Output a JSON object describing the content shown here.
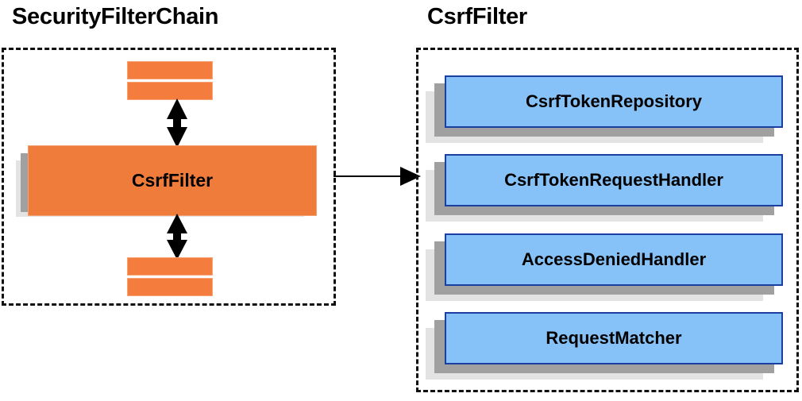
{
  "diagram": {
    "type": "component-relationship-diagram",
    "colors": {
      "orange_fill": "#f07c3c",
      "orange_border": "#f5a070",
      "blue_fill": "#86c2f7",
      "blue_border": "#1a3fa0",
      "shadow_dark": "#a0a0a0",
      "shadow_light": "#e3e3e3",
      "outline": "#101010",
      "text": "#000000",
      "background": "#ffffff"
    }
  },
  "left_panel": {
    "title": "SecurityFilterChain",
    "main_box_label": "CsrfFilter",
    "filler_bars": [
      {
        "name": "filter-bar-above-1"
      },
      {
        "name": "filter-bar-above-2"
      },
      {
        "name": "filter-bar-below-1"
      },
      {
        "name": "filter-bar-below-2"
      }
    ],
    "connectors": [
      {
        "name": "arrow-above-csrf-filter",
        "style": "double-headed-vertical"
      },
      {
        "name": "arrow-below-csrf-filter",
        "style": "double-headed-vertical"
      }
    ]
  },
  "right_panel": {
    "title": "CsrfFilter",
    "components": [
      {
        "label": "CsrfTokenRepository"
      },
      {
        "label": "CsrfTokenRequestHandler"
      },
      {
        "label": "AccessDeniedHandler"
      },
      {
        "label": "RequestMatcher"
      }
    ]
  },
  "link": {
    "name": "csrf-filter-to-detail-arrow",
    "style": "single-headed-horizontal",
    "from": "CsrfFilter",
    "to": "CsrfFilter"
  }
}
